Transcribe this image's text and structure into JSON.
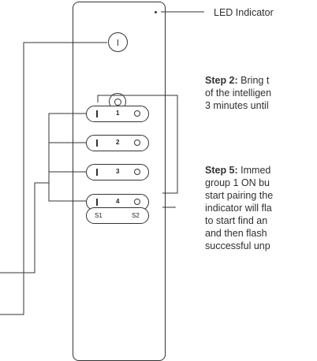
{
  "led_indicator": "LED Indicator",
  "step2": {
    "title": "Step 2:",
    "lines": [
      "Bring t",
      "of the intelligen",
      "3 minutes until"
    ]
  },
  "step5": {
    "title": "Step 5:",
    "lines": [
      "Immed",
      "group 1 ON bu",
      "start pairing the",
      "indicator will fla",
      "to start find an",
      "and then flash",
      "successful unp"
    ]
  },
  "remote": {
    "power_symbol": "I",
    "groups": [
      {
        "on": "I",
        "num": "1",
        "off": "O"
      },
      {
        "on": "I",
        "num": "2",
        "off": "O"
      },
      {
        "on": "I",
        "num": "3",
        "off": "O"
      },
      {
        "on": "I",
        "num": "4",
        "off": "O"
      }
    ],
    "s1": "S1",
    "s2": "S2"
  }
}
